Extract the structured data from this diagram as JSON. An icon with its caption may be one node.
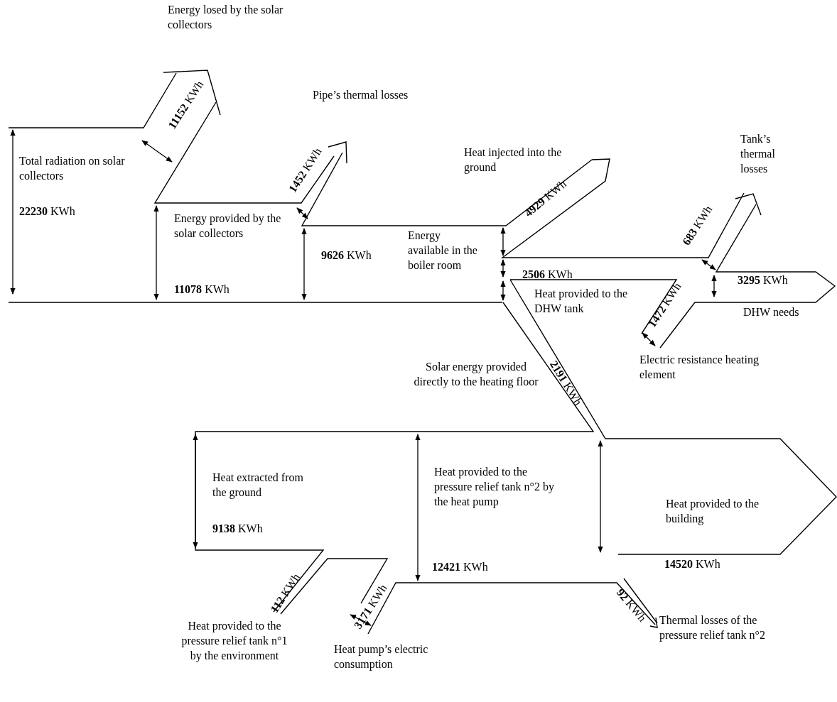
{
  "diagram": {
    "labels": [
      "Energy losed by the solar collectors",
      "Pipe’s thermal losses",
      "Total radiation on solar collectors",
      "**22230** KWh",
      "**11152** KWh",
      "**1452** KWh",
      "Energy provided by the solar collectors",
      "**11078** KWh",
      "**9626** KWh",
      "Energy available in the boiler room",
      "Heat injected into the ground",
      "**4929** KWh",
      "Tank’s thermal losses",
      "**683** KWh",
      "**2506** KWh",
      "Heat provided to the DHW tank",
      "**1472** KWh",
      "**3295** KWh",
      "DHW needs",
      "Electric resistance heating element",
      "**2191** KWh",
      "Solar energy provided directly to the heating floor",
      "Heat extracted from the ground",
      "**9138** KWh",
      "Heat provided to the pressure relief tank n°2 by the heat pump",
      "**12421** KWh",
      "Heat provided to the building",
      "**14520** KWh",
      "**112** KWh",
      "**3171** KWh",
      "**92** KWh",
      "Heat provided to the pressure relief tank n°1 by the environment",
      "Heat pump’s electric consumption",
      "Thermal losses of the pressure relief tank n°2"
    ]
  }
}
